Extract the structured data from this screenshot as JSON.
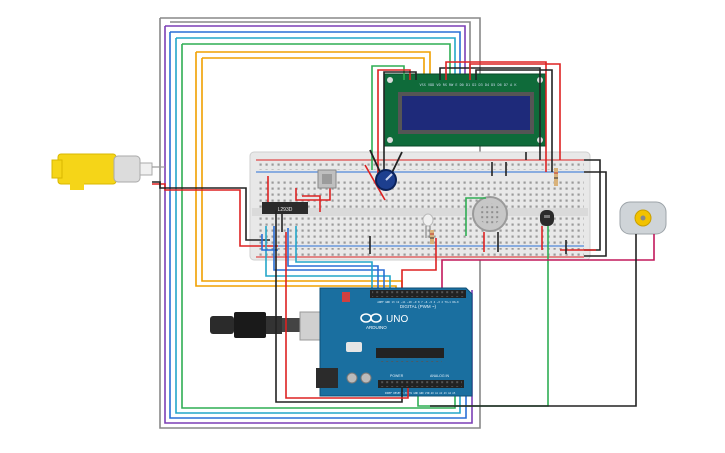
{
  "circuit": {
    "lcd": {
      "pin_labels": "VSS VDD V0 RS RW E D0 D1 D2 D3 D4 D5 D6 D7 A K"
    },
    "driver_ic": {
      "label": "L293D"
    },
    "arduino": {
      "brand": "ARDUINO",
      "model": "UNO",
      "digital_header": "DIGITAL (PWM ~)",
      "power_label": "POWER",
      "analog_label": "ANALOG IN",
      "pins_top": "AREF GND 13 12 ~11 ~10 ~9 8 7 ~6 ~5 4 ~3 2 TX→1 RX←0",
      "pins_bottom": "IOREF RESET 3.3V 5V GND GND VIN A0 A1 A2 A3 A4 A5"
    },
    "colors": {
      "breadboard": "#e8e8e8",
      "rail_red": "#d22",
      "rail_blue": "#2a6fd6",
      "lcd_frame": "#0f6b3a",
      "lcd_screen": "#1e2a7a",
      "arduino_board": "#1a6fa0",
      "gear_motor": "#f5d518",
      "dc_motor": "#cfd4d8"
    }
  }
}
